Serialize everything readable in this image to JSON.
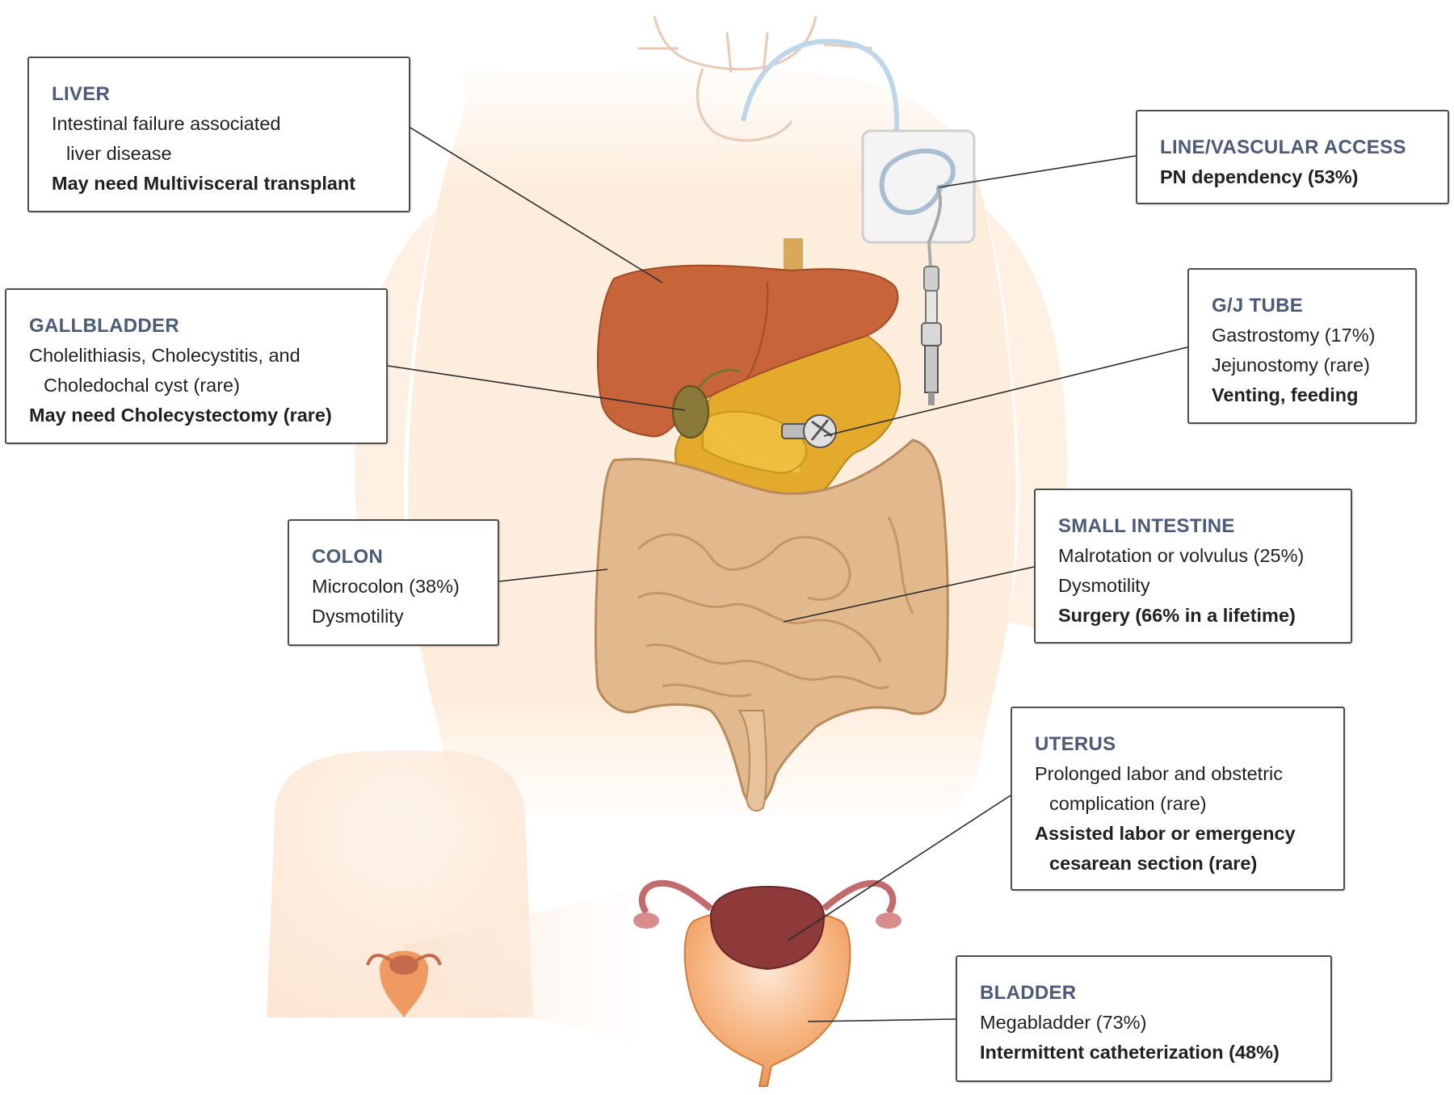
{
  "diagram": {
    "colors": {
      "liver": "#c8643a",
      "gallbladder": "#8a7a3a",
      "stomach": "#e3aa2c",
      "intestine": "#e1b98c",
      "uterus": "#8e3a3a",
      "bladder": "#f2a66a",
      "callout_title": "#4a5a78",
      "callout_border": "#4d4d4d"
    },
    "callouts": [
      {
        "id": "liver",
        "title": "LIVER",
        "lines": [
          {
            "text": "Intestinal failure associated",
            "bold": false,
            "indent": false
          },
          {
            "text": "liver disease",
            "bold": false,
            "indent": true
          },
          {
            "text": "May need Multivisceral transplant",
            "bold": true,
            "indent": false
          }
        ]
      },
      {
        "id": "gallbladder",
        "title": "GALLBLADDER",
        "lines": [
          {
            "text": "Cholelithiasis, Cholecystitis, and",
            "bold": false,
            "indent": false
          },
          {
            "text": "Choledochal cyst (rare)",
            "bold": false,
            "indent": true
          },
          {
            "text": "May need Cholecystectomy (rare)",
            "bold": true,
            "indent": false
          }
        ]
      },
      {
        "id": "colon",
        "title": "COLON",
        "lines": [
          {
            "text": "Microcolon (38%)",
            "bold": false,
            "indent": false
          },
          {
            "text": "Dysmotility",
            "bold": false,
            "indent": false
          }
        ]
      },
      {
        "id": "line-vascular-access",
        "title": "LINE/VASCULAR ACCESS",
        "lines": [
          {
            "text": "PN dependency (53%)",
            "bold": true,
            "indent": false
          }
        ]
      },
      {
        "id": "gj-tube",
        "title": "G/J TUBE",
        "lines": [
          {
            "text": "Gastrostomy (17%)",
            "bold": false,
            "indent": false
          },
          {
            "text": "Jejunostomy (rare)",
            "bold": false,
            "indent": false
          },
          {
            "text": "Venting, feeding",
            "bold": true,
            "indent": false
          }
        ]
      },
      {
        "id": "small-intestine",
        "title": "SMALL INTESTINE",
        "lines": [
          {
            "text": "Malrotation or volvulus (25%)",
            "bold": false,
            "indent": false
          },
          {
            "text": "Dysmotility",
            "bold": false,
            "indent": false
          },
          {
            "text": "Surgery (66% in a lifetime)",
            "bold": true,
            "indent": false
          }
        ]
      },
      {
        "id": "uterus",
        "title": "UTERUS",
        "lines": [
          {
            "text": "Prolonged labor and obstetric",
            "bold": false,
            "indent": false
          },
          {
            "text": "complication (rare)",
            "bold": false,
            "indent": true
          },
          {
            "text": "Assisted labor or emergency",
            "bold": true,
            "indent": false
          },
          {
            "text": "cesarean section (rare)",
            "bold": true,
            "indent": true
          }
        ]
      },
      {
        "id": "bladder",
        "title": "BLADDER",
        "lines": [
          {
            "text": "Megabladder (73%)",
            "bold": false,
            "indent": false
          },
          {
            "text": "Intermittent catheterization (48%)",
            "bold": true,
            "indent": false
          }
        ]
      }
    ]
  }
}
